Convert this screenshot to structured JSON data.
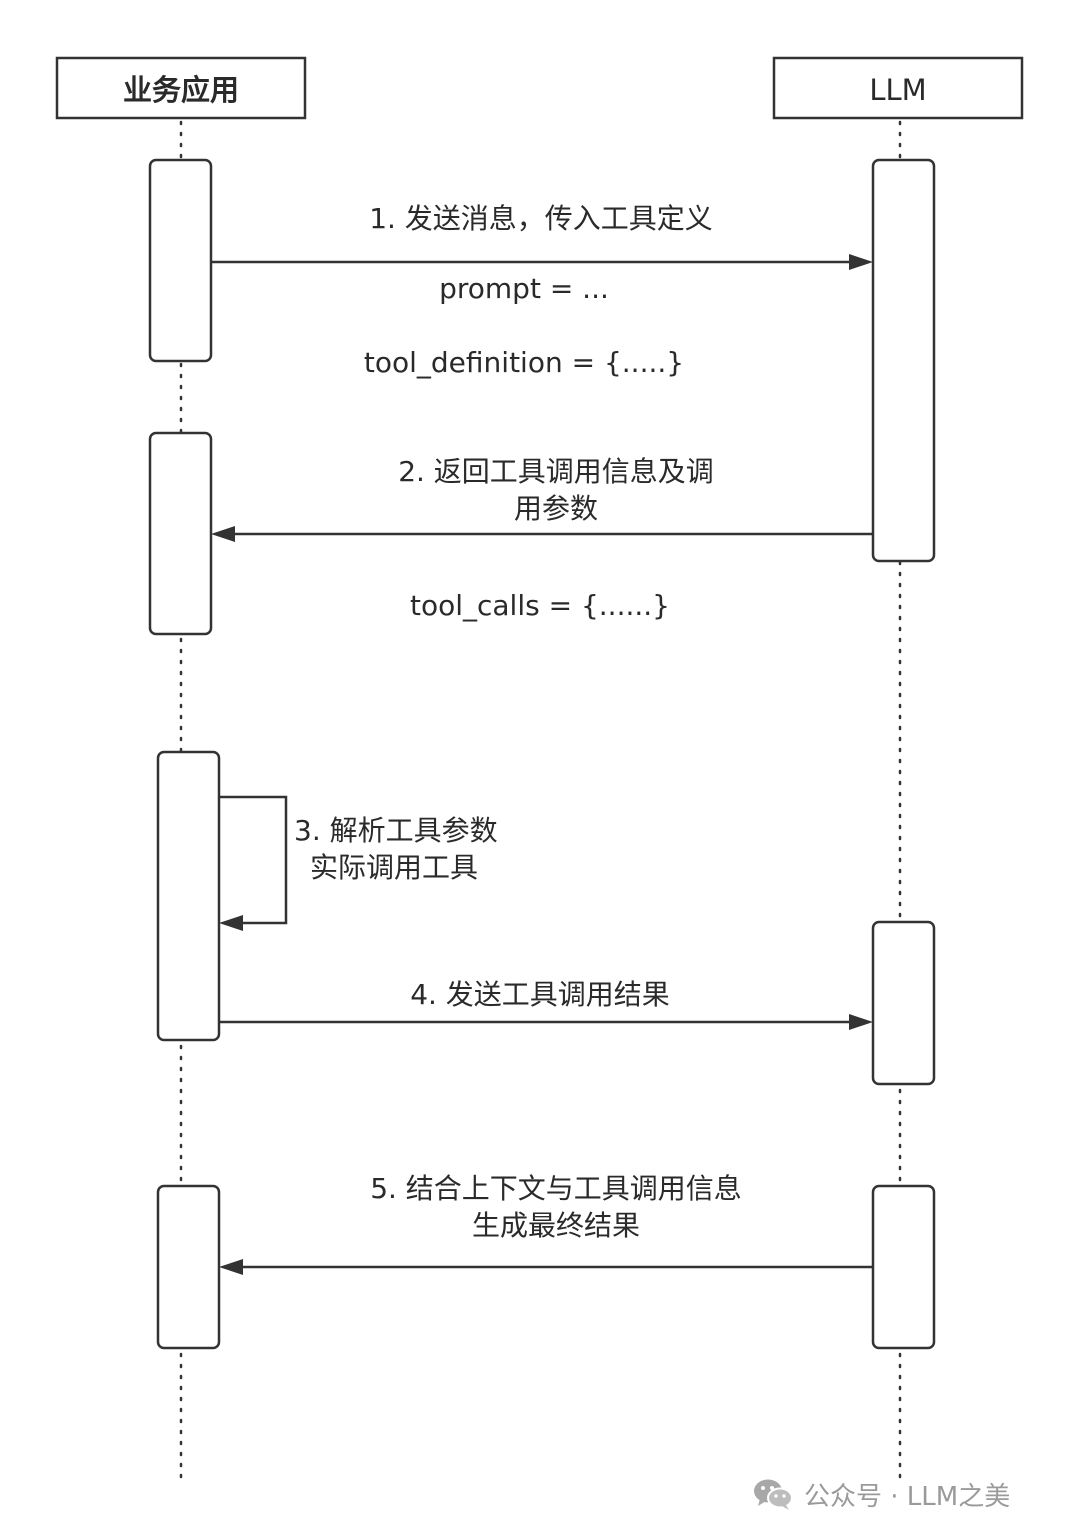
{
  "participants": {
    "app": "业务应用",
    "llm": "LLM"
  },
  "messages": {
    "m1": {
      "label": "1. 发送消息，传入工具定义",
      "prompt": "prompt = ...",
      "tool_def": "tool_definition =  {.....}"
    },
    "m2": {
      "label_line1": "2. 返回工具调用信息及调",
      "label_line2": "用参数",
      "tool_calls": "tool_calls = {......}"
    },
    "m3": {
      "label_line1": "3. 解析工具参数",
      "label_line2": "实际调用工具"
    },
    "m4": {
      "label": "4. 发送工具调用结果"
    },
    "m5": {
      "label_line1": "5. 结合上下文与工具调用信息",
      "label_line2": "生成最终结果"
    }
  },
  "watermark": {
    "text": "公众号 · LLM之美",
    "icon": "wechat-icon"
  },
  "colors": {
    "stroke": "#333333",
    "watermark": "#9a9a9a"
  }
}
